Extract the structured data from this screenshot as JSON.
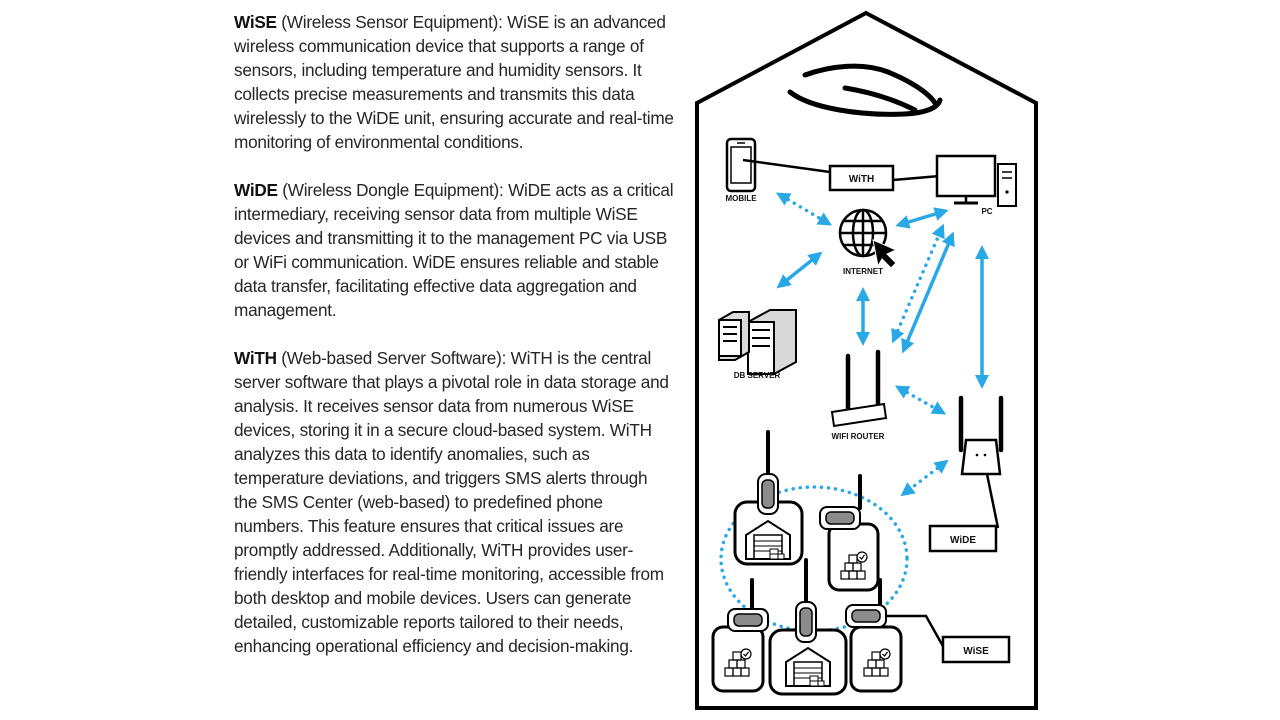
{
  "paragraphs": [
    {
      "term": "WiSE",
      "text": " (Wireless Sensor Equipment): WiSE is an advanced wireless communication device that supports a range of sensors, including temperature and humidity sensors. It collects precise measurements and transmits this data wirelessly to the WiDE unit, ensuring accurate and real-time monitoring of environmental conditions."
    },
    {
      "term": "WiDE",
      "text": " (Wireless Dongle Equipment): WiDE acts as a critical intermediary, receiving sensor data from multiple WiSE devices and transmitting it to the management PC via USB or WiFi communication. WiDE ensures reliable and stable data transfer, facilitating effective data aggregation and management."
    },
    {
      "term": "WiTH",
      "text": " (Web-based Server Software): WiTH is the central server software that plays a pivotal role in data storage and analysis. It receives sensor data from numerous WiSE devices, storing it in a secure cloud-based system. WiTH analyzes this data to identify anomalies, such as temperature deviations, and triggers SMS alerts through the SMS Center (web-based) to predefined phone numbers. This feature ensures that critical issues are promptly addressed. Additionally, WiTH provides user-friendly interfaces for real-time monitoring, accessible from both desktop and mobile devices. Users can generate detailed, customizable reports tailored to their needs, enhancing operational efficiency and decision-making."
    }
  ],
  "diagram": {
    "labels": {
      "mobile": "MOBILE",
      "pc": "PC",
      "internet": "INTERNET",
      "db_server": "DB SERVER",
      "wifi_router": "WIFI ROUTER",
      "with_box": "WiTH",
      "wide_box": "WiDE",
      "wise_box": "WiSE"
    },
    "icons": [
      "handshake-icon",
      "mobile-phone-icon",
      "pc-monitor-icon",
      "globe-icon",
      "cursor-icon",
      "db-server-icon",
      "wifi-router-icon",
      "wide-dongle-icon",
      "warehouse-icon",
      "boxes-check-icon",
      "sensor-icon"
    ],
    "colors": {
      "arrow": "#29a8e6",
      "outline": "#000000",
      "sensor_body": "#8c8c8c"
    }
  }
}
